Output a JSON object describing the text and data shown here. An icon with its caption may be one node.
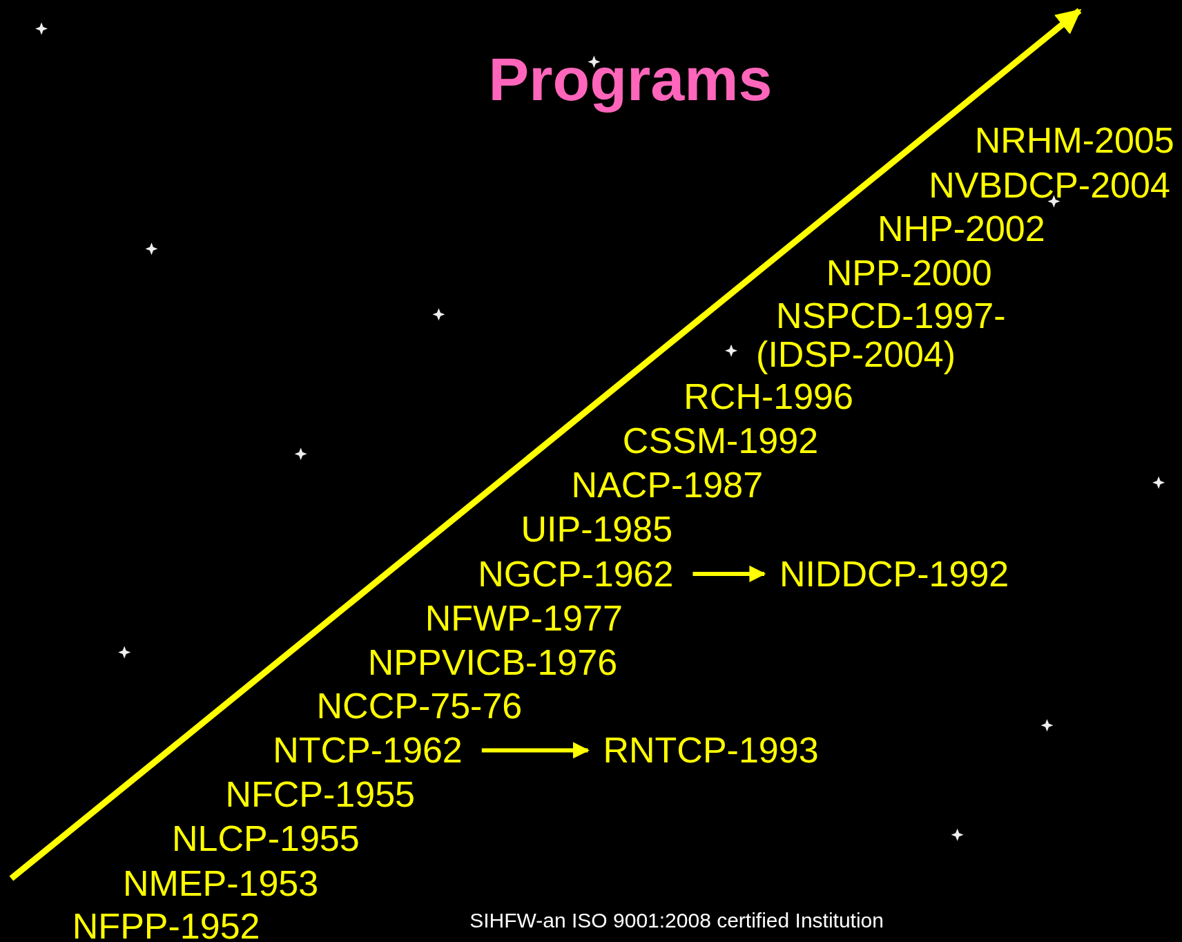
{
  "diagram": {
    "title": "Programs",
    "caption": "SIHFW-an ISO 9001:2008 certified Institution",
    "nodes": [
      {
        "text": [
          "NGCP-1962"
        ]
      },
      {
        "text": [
          "NIDDCP-1992"
        ]
      },
      {
        "text": [
          "NTCP-1962"
        ]
      },
      {
        "text": [
          "RNTCP-1993"
        ]
      }
    ],
    "edges": [
      {
        "from": 0,
        "to": 1,
        "arrow": "to"
      },
      {
        "from": 2,
        "to": 3,
        "arrow": "to"
      }
    ],
    "labels": [
      "NRHM-2005",
      "NVBDCP-2004",
      "NHP-2002",
      "NPP-2000",
      "NSPCD-1997- (IDSP-2004)",
      "RCH-1996",
      "CSSM-1992",
      "NACP-1987",
      "UIP-1985",
      "NFWP-1977",
      "NPPVICB-1976",
      "NCCP-75-76",
      "NFCP-1955",
      "NLCP-1955",
      "NMEP-1953",
      "NFPP-1952"
    ]
  }
}
